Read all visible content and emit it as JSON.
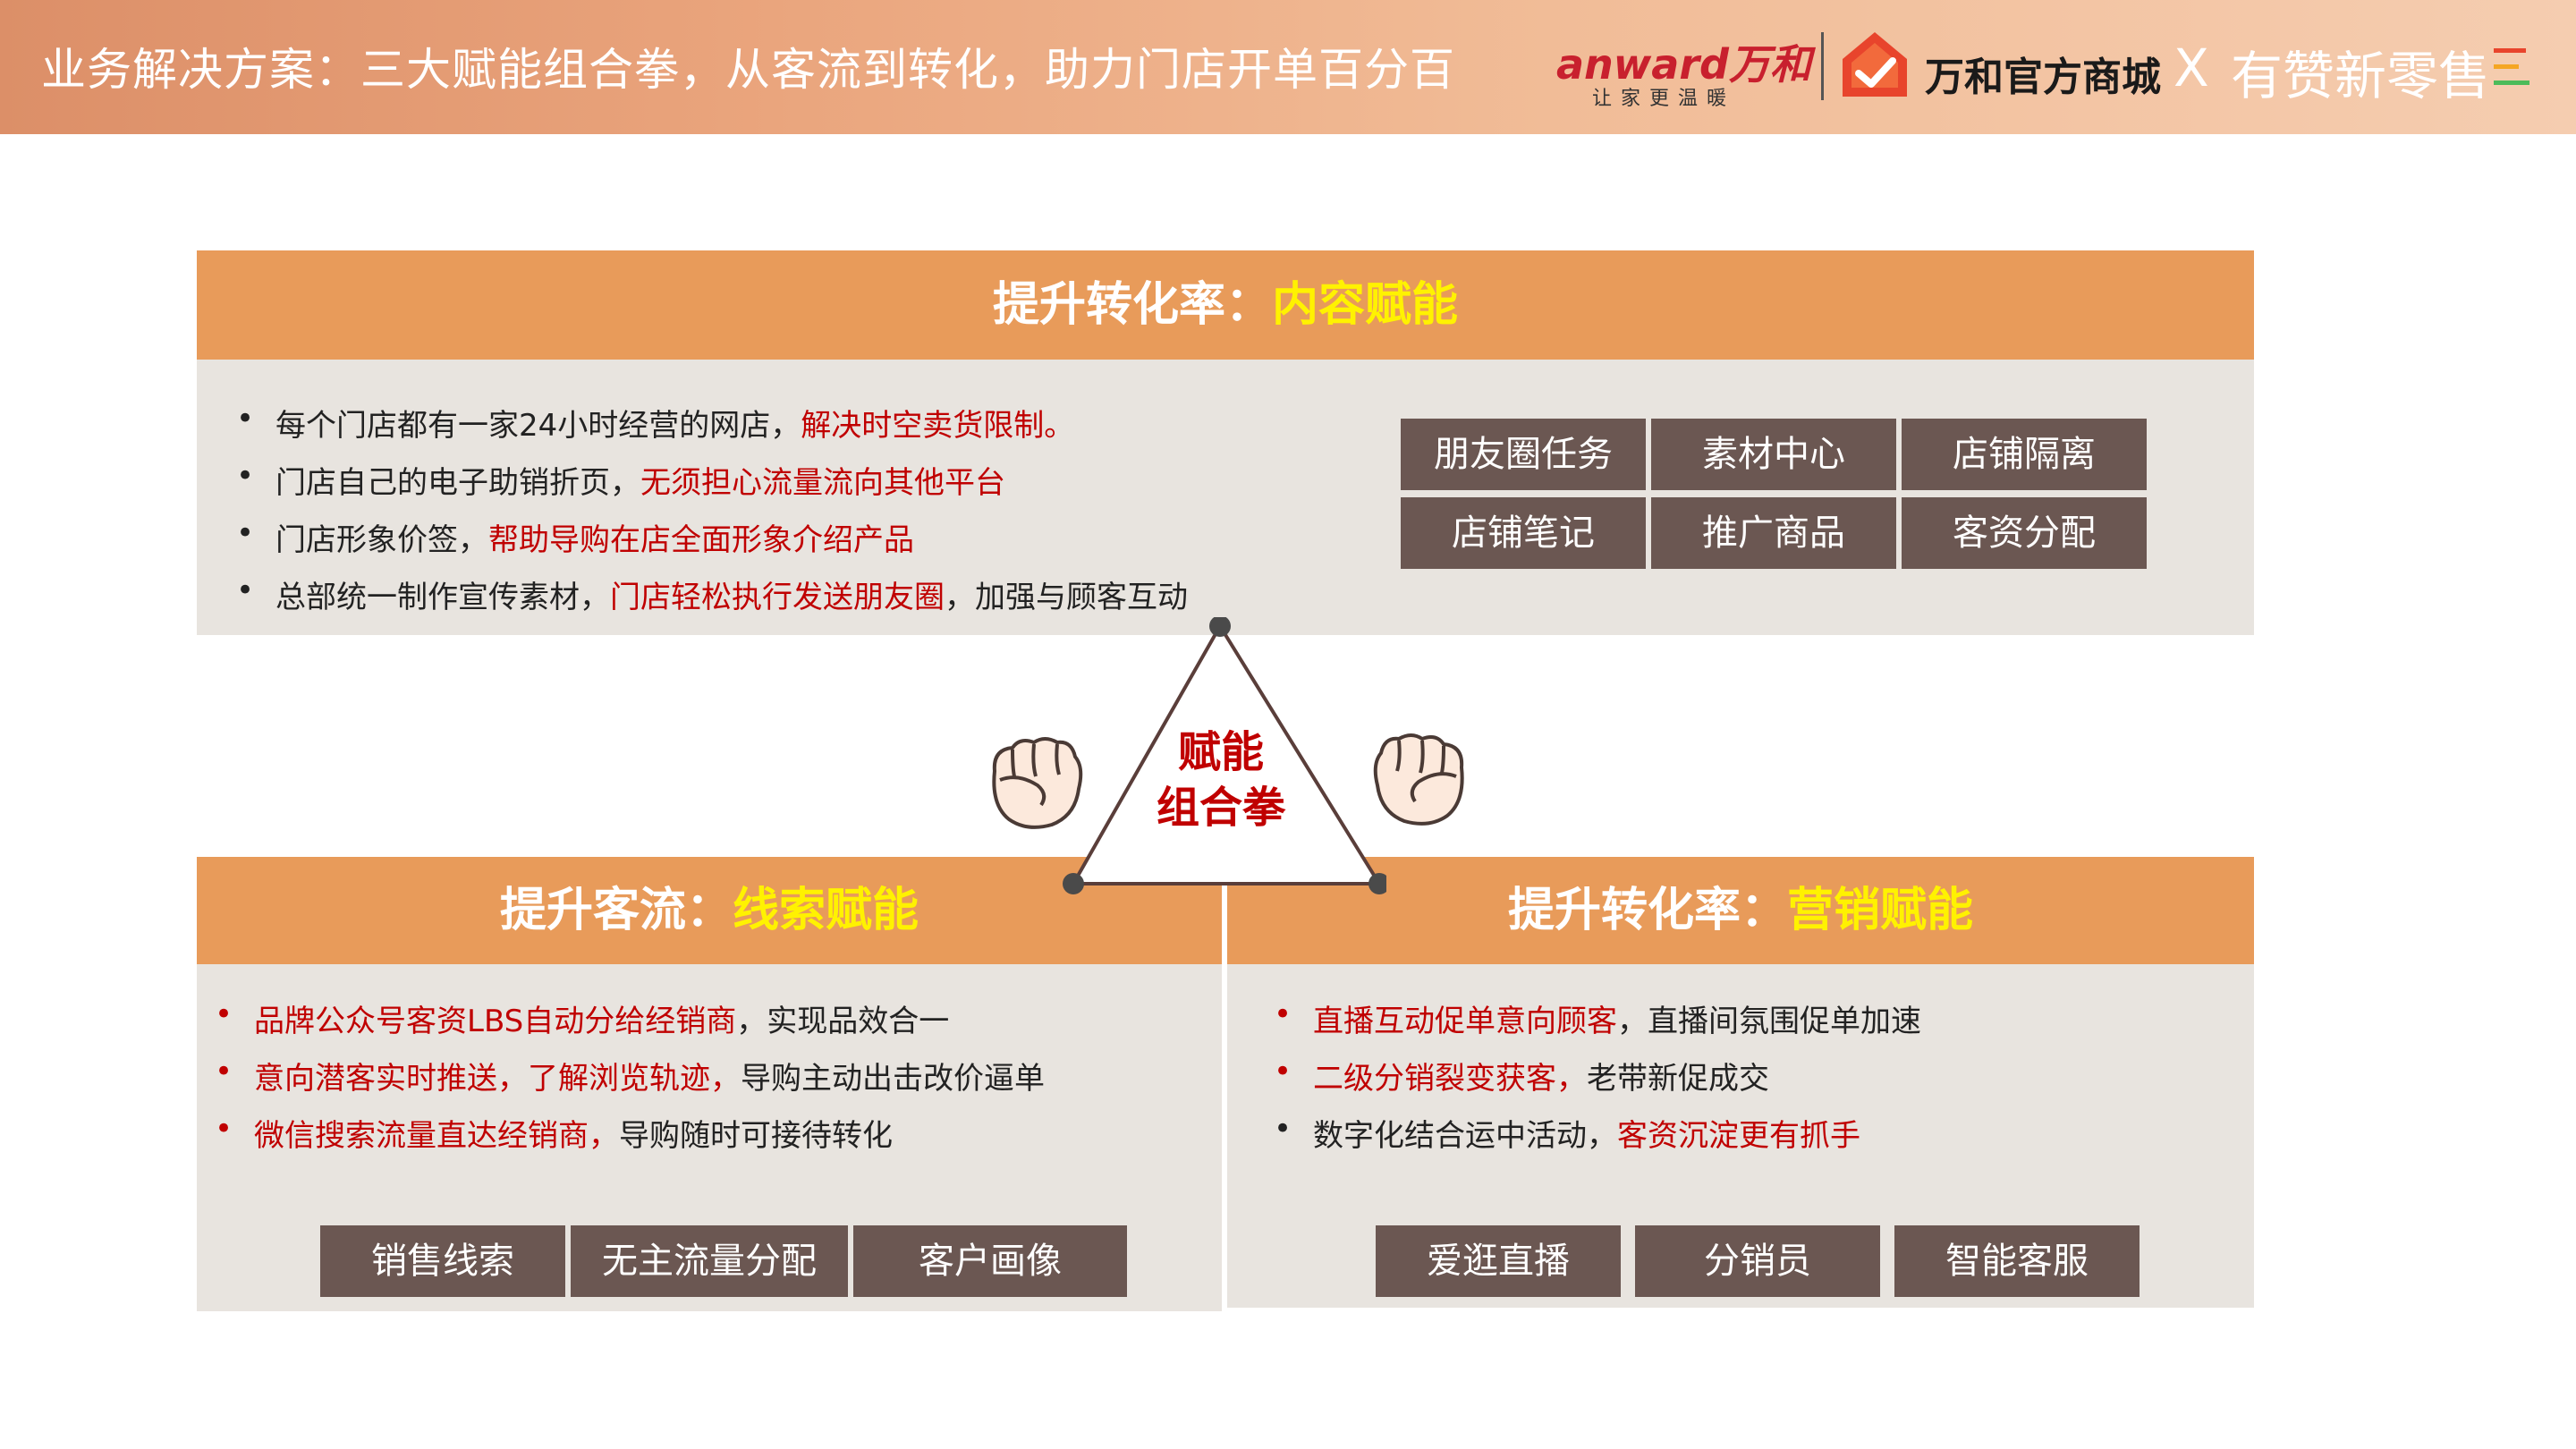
{
  "header": {
    "title": "业务解决方案：三大赋能组合拳，从客流到转化，助力门店开单百分百",
    "anward_brand": "anward万和",
    "anward_slogan": "让家更温暖",
    "mall_name": "万和官方商城",
    "separator": "X",
    "youzan_name": "有赞新零售",
    "accent_colors": [
      "#e8442c",
      "#f5a623",
      "#4cbb5a"
    ]
  },
  "top_panel": {
    "title_prefix": "提升转化率：",
    "title_highlight": "内容赋能",
    "bullets": [
      {
        "text": "每个门店都有一家24小时经营的网店，",
        "red": "解决时空卖货限制。",
        "tail": ""
      },
      {
        "text": "门店自己的电子助销折页，",
        "red": "无须担心流量流向其他平台",
        "tail": ""
      },
      {
        "text": "门店形象价签，",
        "red": "帮助导购在店全面形象介绍产品",
        "tail": ""
      },
      {
        "text": "总部统一制作宣传素材，",
        "red": "门店轻松执行发送朋友圈",
        "tail": "，加强与顾客互动"
      }
    ],
    "tags": [
      "朋友圈任务",
      "素材中心",
      "店铺隔离",
      "店铺笔记",
      "推广商品",
      "客资分配"
    ]
  },
  "center": {
    "line1": "赋能",
    "line2": "组合拳",
    "left_icon": "fist-icon",
    "right_icon": "fist-icon"
  },
  "left_panel": {
    "title_prefix": "提升客流：",
    "title_highlight": "线索赋能",
    "bullets": [
      {
        "red": "品牌公众号客资LBS自动分给经销商",
        "text": "，实现品效合一"
      },
      {
        "red": "意向潜客实时推送，了解浏览轨迹，",
        "text": "导购主动出击改价逼单"
      },
      {
        "red": "微信搜索流量直达经销商，",
        "text": "导购随时可接待转化"
      }
    ],
    "tags": [
      "销售线索",
      "无主流量分配",
      "客户画像"
    ]
  },
  "right_panel": {
    "title_prefix": "提升转化率：",
    "title_highlight": "营销赋能",
    "bullets": [
      {
        "red": "直播互动促单意向顾客",
        "text": "，直播间氛围促单加速",
        "dot": "red"
      },
      {
        "red": "二级分销裂变获客，",
        "text": "老带新促成交",
        "dot": "red"
      },
      {
        "pre": "数字化结合运中活动，",
        "red": "客资沉淀更有抓手",
        "dot": "black"
      }
    ],
    "tags": [
      "爱逛直播",
      "分销员",
      "智能客服"
    ]
  },
  "colors": {
    "panel_head": "#e89b5a",
    "panel_body": "#e8e4df",
    "tag_bg": "#6b5752",
    "highlight": "#fff200",
    "emphasis_red": "#c00000"
  }
}
